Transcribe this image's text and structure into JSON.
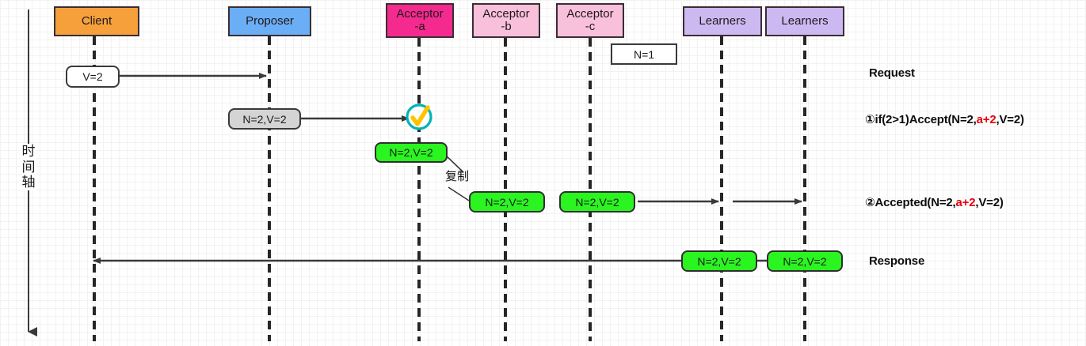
{
  "diagram": {
    "title": "Paxos accept phase sequence diagram",
    "time_axis_label": "时间轴",
    "colors": {
      "client": "#f6a03c",
      "proposer": "#6aaef5",
      "acceptor_a": "#f52a8f",
      "acceptor_b": "#f9c0dc",
      "acceptor_c": "#f9c0dc",
      "learners": "#cdb9f2",
      "note_green": "#2bf521",
      "note_gray": "#d4d4d4",
      "accent_red": "#e8000d",
      "check_ring": "#00b3b3",
      "check_mark": "#ffc400"
    }
  },
  "participants": [
    {
      "name": "client",
      "line1": "Client",
      "line2": ""
    },
    {
      "name": "proposer",
      "line1": "Proposer",
      "line2": ""
    },
    {
      "name": "acceptor-a",
      "line1": "Acceptor",
      "line2": "-a"
    },
    {
      "name": "acceptor-b",
      "line1": "Acceptor",
      "line2": "-b"
    },
    {
      "name": "acceptor-c",
      "line1": "Acceptor",
      "line2": "-c"
    },
    {
      "name": "learners-1",
      "line1": "Learners",
      "line2": ""
    },
    {
      "name": "learners-2",
      "line1": "Learners",
      "line2": ""
    }
  ],
  "notes": {
    "client_request": "V=2",
    "n_one": "N=1",
    "proposer_propose": "N=2,V=2",
    "acceptor_a_accepted": "N=2,V=2",
    "acceptor_b_accepted": "N=2,V=2",
    "acceptor_c_accepted": "N=2,V=2",
    "learner_1_value": "N=2,V=2",
    "learner_2_value": "N=2,V=2",
    "replicate_label": "复制"
  },
  "annotations": [
    {
      "name": "request",
      "text": "Request",
      "segments": [
        {
          "t": "Request",
          "red": false
        }
      ]
    },
    {
      "name": "accept-condition",
      "segments": [
        {
          "t": "①if(2>1)Accept(N=2,",
          "red": false
        },
        {
          "t": "a+2",
          "red": true
        },
        {
          "t": ",V=2)",
          "red": false
        }
      ]
    },
    {
      "name": "accepted",
      "segments": [
        {
          "t": "②Accepted(N=2,",
          "red": false
        },
        {
          "t": "a+2",
          "red": true
        },
        {
          "t": ",V=2)",
          "red": false
        }
      ]
    },
    {
      "name": "response",
      "segments": [
        {
          "t": "Response",
          "red": false
        }
      ]
    }
  ]
}
